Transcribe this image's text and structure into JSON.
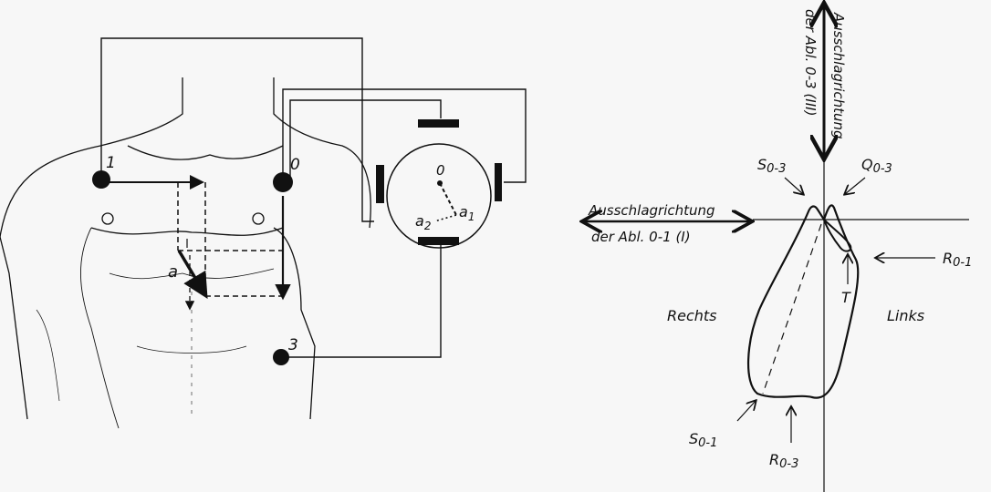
{
  "left_figure": {
    "electrodes": {
      "e1": "1",
      "e0": "0",
      "e3": "3"
    },
    "vector_label": "a",
    "galvanometer": {
      "center": "0",
      "a1": "a",
      "a1_sub": "1",
      "a2": "a",
      "a2_sub": "2"
    }
  },
  "right_figure": {
    "vertical_axis": {
      "line1": "Ausschlagrichtung",
      "line2": "der Abl. 0-3 (III)"
    },
    "horizontal_axis": {
      "line1": "Ausschlagrichtung",
      "line2": "der Abl. 0-1 (I)"
    },
    "points": {
      "S03": {
        "main": "S",
        "sub": "0-3"
      },
      "Q03": {
        "main": "Q",
        "sub": "0-3"
      },
      "R01": {
        "main": "R",
        "sub": "0-1"
      },
      "T": "T",
      "S01": {
        "main": "S",
        "sub": "0-1"
      },
      "R03": {
        "main": "R",
        "sub": "0-3"
      }
    },
    "rechts": "Rechts",
    "links": "Links"
  },
  "colors": {
    "ink": "#111111",
    "paper": "#f7f7f7"
  }
}
